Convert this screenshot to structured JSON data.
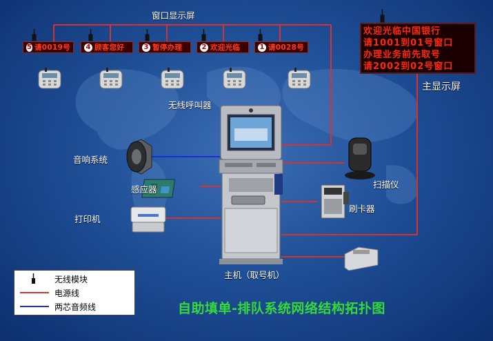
{
  "title": "自助填单-排队系统网络结构拓扑图",
  "labels": {
    "window_display": "窗口显示屏",
    "main_display": "主显示屏",
    "wireless_caller": "无线呼叫器",
    "speaker": "音响系统",
    "sensor": "感应器",
    "printer": "打印机",
    "host": "主机（取号机）",
    "scanner": "扫描仪",
    "card_reader": "刷卡器"
  },
  "window_screens": [
    {
      "num": "5",
      "text": "请0019号"
    },
    {
      "num": "4",
      "text": "顾客您好"
    },
    {
      "num": "3",
      "text": "暂停办理"
    },
    {
      "num": "2",
      "text": "欢迎光临"
    },
    {
      "num": "1",
      "text": "请0028号"
    }
  ],
  "main_screen_lines": [
    "欢迎光临中国银行",
    "请1001到01号窗口",
    "办理业务前先取号",
    "请2002到02号窗口"
  ],
  "legend": [
    {
      "label": "无线模块",
      "type": "antenna"
    },
    {
      "label": "电源线",
      "type": "line",
      "color": "#d8332b"
    },
    {
      "label": "两芯音频线",
      "type": "line",
      "color": "#1a2ed6"
    }
  ],
  "colors": {
    "power_line": "#d8332b",
    "audio_line": "#1a2ed6",
    "title": "#35d93a",
    "led": "#ff3b1f"
  }
}
